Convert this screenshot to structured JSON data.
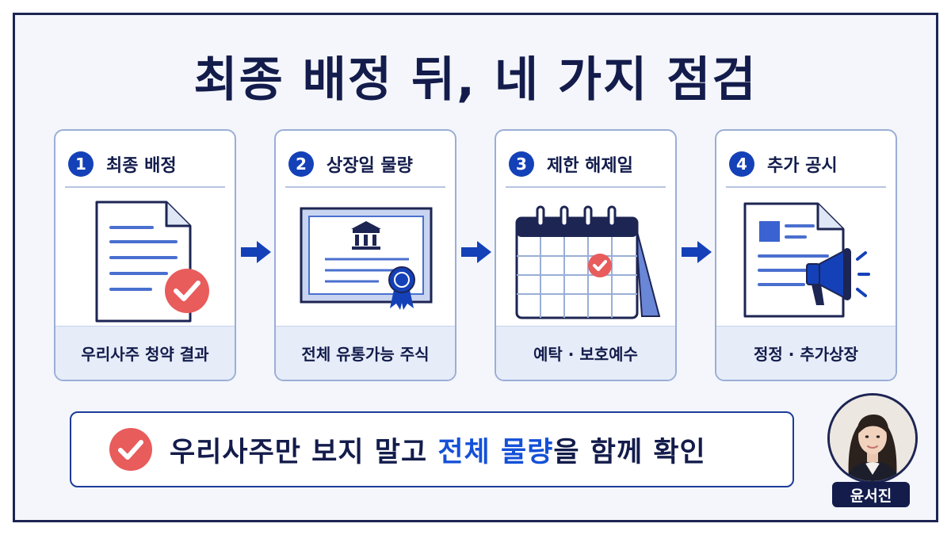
{
  "title": "최종 배정 뒤, 네 가지 점검",
  "steps": [
    {
      "number": "1",
      "label": "최종 배정",
      "caption": "우리사주 청약 결과",
      "icon": "document-check-icon"
    },
    {
      "number": "2",
      "label": "상장일 물량",
      "caption": "전체 유통가능 주식",
      "icon": "stock-certificate-icon"
    },
    {
      "number": "3",
      "label": "제한 해제일",
      "caption": "예탁 · 보호예수",
      "icon": "calendar-check-icon"
    },
    {
      "number": "4",
      "label": "추가 공시",
      "caption": "정정 · 추가상장",
      "icon": "document-megaphone-icon"
    }
  ],
  "banner": {
    "icon": "check-circle-icon",
    "text_before": "우리사주만 보지 말고 ",
    "text_highlight": "전체 물량",
    "text_after": "을 함께 확인"
  },
  "presenter": {
    "name": "윤서진"
  },
  "colors": {
    "navy": "#131c4b",
    "accent_blue": "#1441b8",
    "highlight_blue": "#1450d8",
    "check_red": "#e85c5c",
    "card_border": "#9aaed6",
    "footer_bg": "#e6ecf8"
  }
}
